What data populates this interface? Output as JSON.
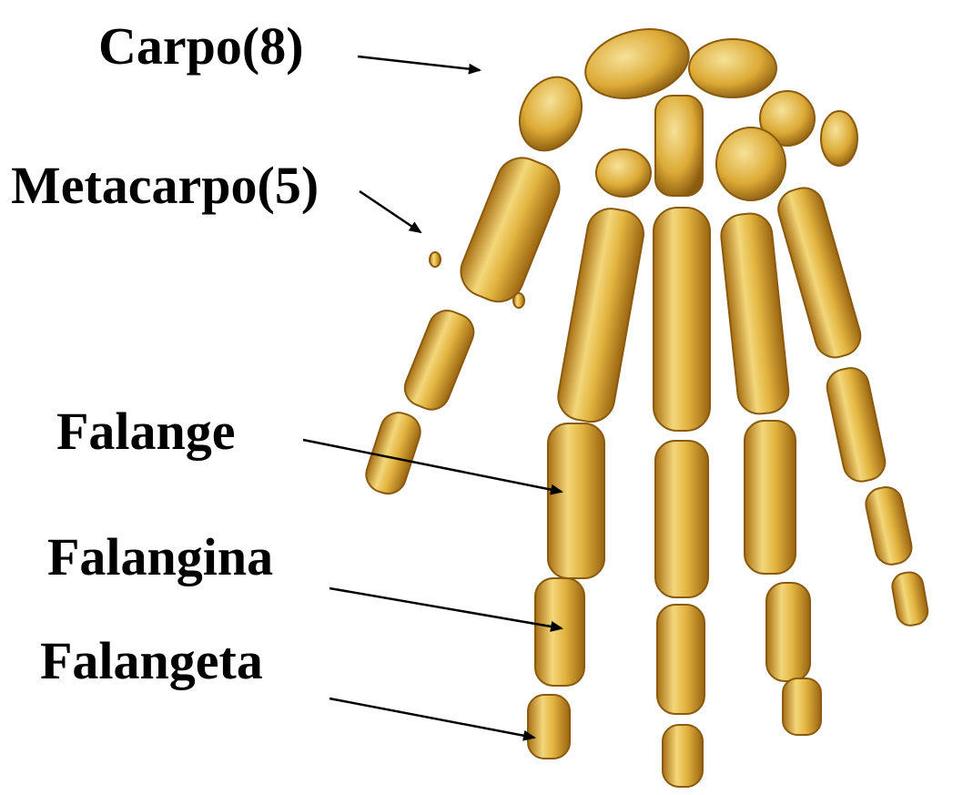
{
  "labels": {
    "carpo": "Carpo(8)",
    "metacarpo": "Metacarpo(5)",
    "falange": "Falange",
    "falangina": "Falangina",
    "falangeta": "Falangeta"
  },
  "colors": {
    "bone_light": "#f3d77a",
    "bone_mid": "#d9a52a",
    "bone_dark": "#8a5a10",
    "text": "#000000",
    "arrow": "#000000"
  }
}
